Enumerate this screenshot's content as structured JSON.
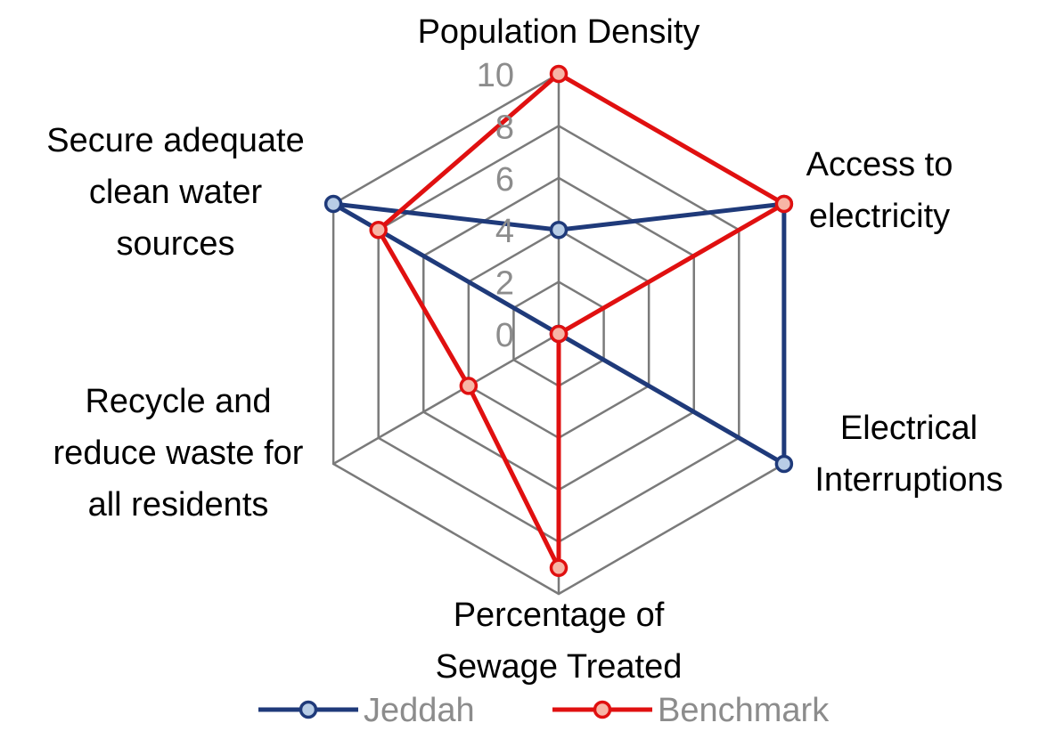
{
  "chart_data": {
    "type": "radar",
    "categories": [
      "Population Density",
      "Access to electricity",
      "Electrical Interruptions",
      "Percentage of Sewage Treated",
      "Recycle and reduce waste for all residents",
      "Secure adequate clean water sources"
    ],
    "category_label_lines": [
      [
        "Population Density"
      ],
      [
        "Access to",
        "electricity"
      ],
      [
        "Electrical",
        "Interruptions"
      ],
      [
        "Percentage of",
        "Sewage Treated"
      ],
      [
        "Recycle and",
        "reduce waste for",
        "all residents"
      ],
      [
        "Secure adequate",
        "clean water",
        "sources"
      ]
    ],
    "ylim": [
      0,
      10
    ],
    "ticks": [
      "0",
      "2",
      "4",
      "6",
      "8",
      "10"
    ],
    "grid": true,
    "legend_position": "bottom",
    "series": [
      {
        "name": "Jeddah",
        "values": [
          4,
          10,
          10,
          0,
          0,
          10
        ],
        "color": "#1f3a7a",
        "marker_fill": "#b8cde6"
      },
      {
        "name": "Benchmark",
        "values": [
          10,
          10,
          0,
          9,
          4,
          8
        ],
        "color": "#e01010",
        "marker_fill": "#f7b5a6"
      }
    ]
  }
}
